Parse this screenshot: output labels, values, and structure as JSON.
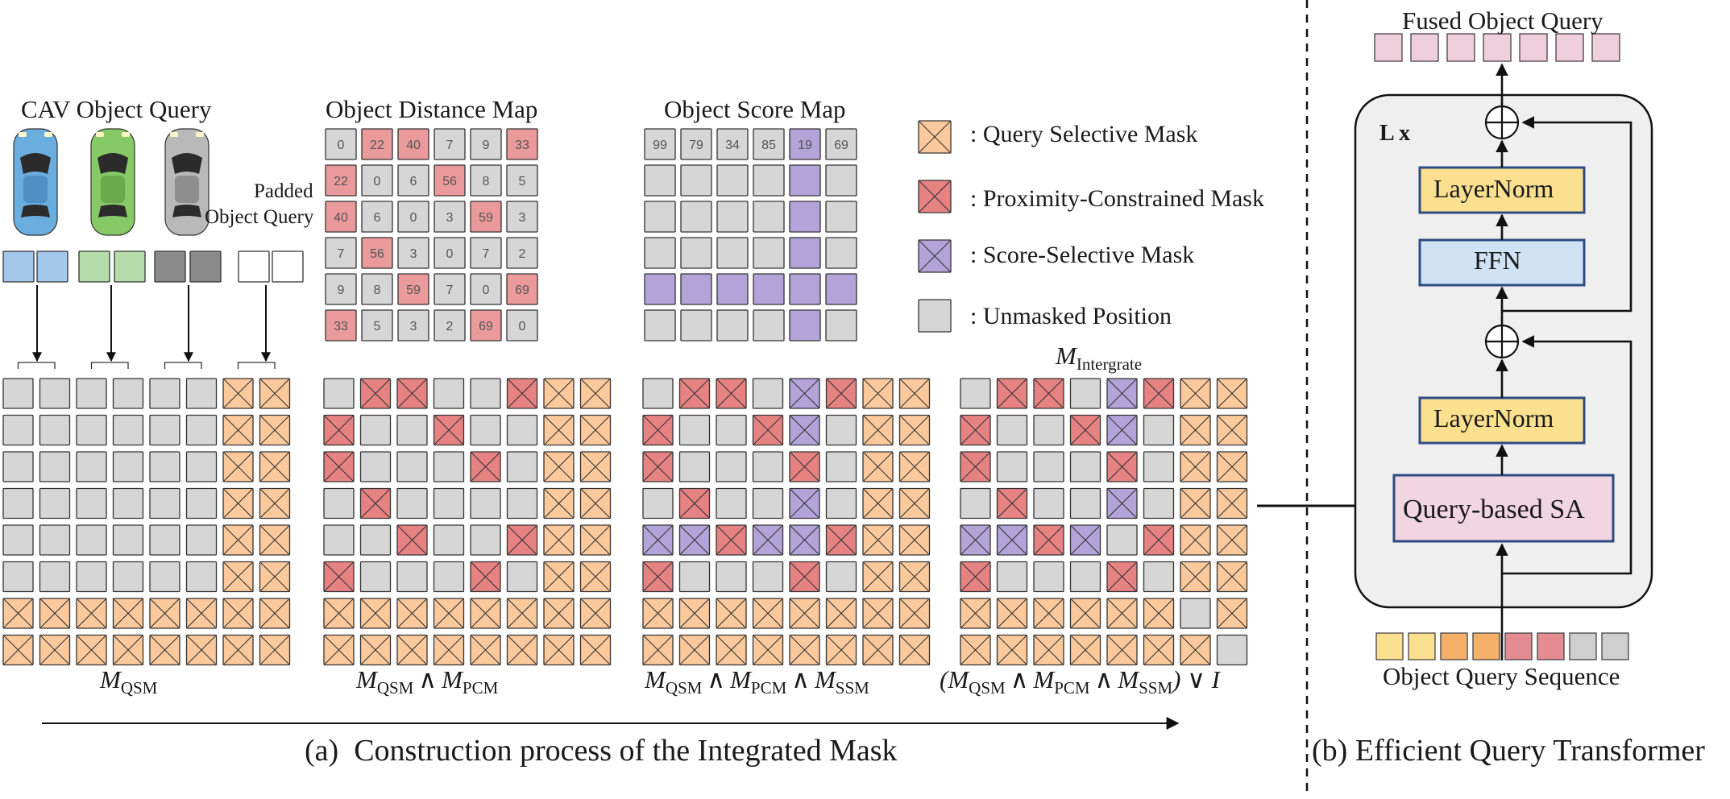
{
  "part_a": {
    "caption_tag": "(a)",
    "caption_text": "Construction process of the Integrated Mask",
    "cav_title": "CAV Object Query",
    "padded_line1": "Padded",
    "padded_line2": "Object Query",
    "distance_title": "Object Distance Map",
    "score_title": "Object Score Map",
    "distance_map": [
      [
        "0",
        "22",
        "40",
        "7",
        "9",
        "33"
      ],
      [
        "22",
        "0",
        "6",
        "56",
        "8",
        "5"
      ],
      [
        "40",
        "6",
        "0",
        "3",
        "59",
        "3"
      ],
      [
        "7",
        "56",
        "3",
        "0",
        "7",
        "2"
      ],
      [
        "9",
        "8",
        "59",
        "7",
        "0",
        "69"
      ],
      [
        "33",
        "5",
        "3",
        "2",
        "69",
        "0"
      ]
    ],
    "distance_highlight": [
      [
        0,
        1,
        1,
        0,
        0,
        1
      ],
      [
        1,
        0,
        0,
        1,
        0,
        0
      ],
      [
        1,
        0,
        0,
        0,
        1,
        0
      ],
      [
        0,
        1,
        0,
        0,
        0,
        0
      ],
      [
        0,
        0,
        1,
        0,
        0,
        1
      ],
      [
        1,
        0,
        0,
        0,
        1,
        0
      ]
    ],
    "score_values": [
      "99",
      "79",
      "34",
      "85",
      "19",
      "69"
    ],
    "score_highlight_col": 4,
    "score_highlight_row": 4,
    "matrix_labels": [
      {
        "parts": [
          [
            "M",
            "QSM"
          ]
        ],
        "tail": ""
      },
      {
        "parts": [
          [
            "M",
            "QSM"
          ],
          [
            "∧"
          ],
          [
            "M",
            "PCM"
          ]
        ],
        "tail": ""
      },
      {
        "parts": [
          [
            "M",
            "QSM"
          ],
          [
            "∧"
          ],
          [
            "M",
            "PCM"
          ],
          [
            "∧"
          ],
          [
            "M",
            "SSM"
          ]
        ],
        "tail": ""
      },
      {
        "parts": [
          [
            "(M",
            "QSM"
          ],
          [
            "∧"
          ],
          [
            "M",
            "PCM"
          ],
          [
            "∧"
          ],
          [
            "M",
            "SSM"
          ],
          [
            ") ∨ I"
          ]
        ],
        "tail": ""
      }
    ],
    "integrate_label_base": "M",
    "integrate_label_sub": "Intergrate"
  },
  "legend": [
    {
      "type": "query",
      "text": ": Query Selective Mask"
    },
    {
      "type": "prox",
      "text": ": Proximity-Constrained Mask"
    },
    {
      "type": "score",
      "text": ": Score-Selective Mask"
    },
    {
      "type": "unmasked",
      "text": ": Unmasked Position"
    }
  ],
  "part_b": {
    "caption_tag": "(b)",
    "caption_text": "Efficient Query Transformer",
    "fused_title": "Fused Object Query",
    "sequence_title": "Object Query Sequence",
    "repeat_label": "L x",
    "blocks": {
      "layernorm_top": "LayerNorm",
      "ffn": "FFN",
      "layernorm_bottom": "LayerNorm",
      "attention": "Query-based SA"
    }
  },
  "matrices": {
    "qsm": [
      "UUUUUUQQ",
      "UUUUUUQQ",
      "UUUUUUQQ",
      "UUUUUUQQ",
      "UUUUUUQQ",
      "UUUUUUQQ",
      "QQQQQQQQ",
      "QQQQQQQQ"
    ],
    "pcm": [
      "UPPUUPQQ",
      "PUUPUUQQ",
      "PUUUPUQQ",
      "UPUUUUQQ",
      "UUPUUPQQ",
      "PUUUPUQQ",
      "QQQQQQQQ",
      "QQQQQQQQ"
    ],
    "ssm": [
      "UPPUSPQQ",
      "PUUPSUQQ",
      "PUUUPUQQ",
      "UPUUSUQQ",
      "SSPSSPQQ",
      "PUUUPUQQ",
      "QQQQQQQQ",
      "QQQQQQQQ"
    ],
    "integrate": [
      "UPPUSPQQ",
      "PUUPSUQQ",
      "PUUUPUQQ",
      "UPUUSUQQ",
      "SSPSUPQQ",
      "PUUUPUQQ",
      "QQQQQQUQ",
      "QQQQQQQU"
    ]
  },
  "colors": {
    "query": "#fbc99b",
    "prox": "#e78283",
    "score": "#b2a4d9",
    "unmasked": "#d6d6d6",
    "map_highlight": "#eb9a9b",
    "car_blue": "#6aaee0",
    "car_green": "#86c966",
    "car_gray": "#9e9e9e",
    "query_blue": "#a3c8ea",
    "query_green": "#b6dcab",
    "query_gray": "#8a8a8a",
    "layernorm": "#fbe08f",
    "ffn": "#cfe3f5",
    "attention": "#f1d5e1",
    "block_border": "#2e4b84",
    "panel_bg": "#efefef",
    "fused_cell": "#efcfdc",
    "seq_yellow": "#fbe08f",
    "seq_orange": "#f5b06a",
    "seq_red": "#e58b92",
    "seq_gray": "#cfcfcf"
  },
  "icons": [
    "car-icon-blue",
    "car-icon-green",
    "car-icon-gray",
    "plus-icon",
    "arrow-icon"
  ]
}
